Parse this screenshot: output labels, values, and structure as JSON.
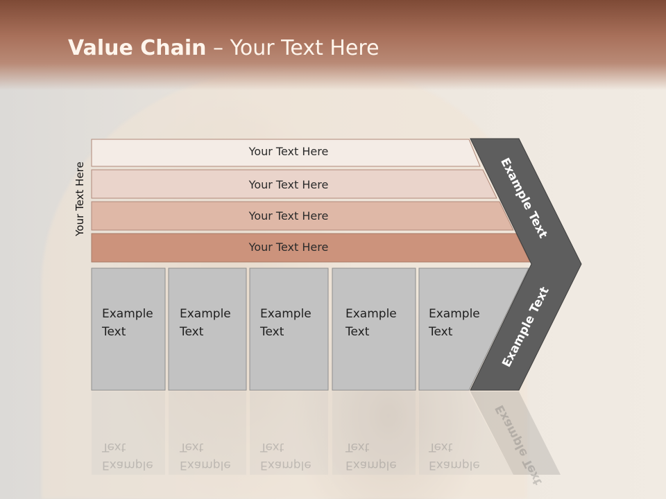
{
  "title": {
    "bold": "Value Chain",
    "rest": " – Your Text Here"
  },
  "side_label": "Your Text Here",
  "rows": [
    {
      "label": "Your Text Here"
    },
    {
      "label": "Your Text Here"
    },
    {
      "label": "Your Text Here"
    },
    {
      "label": "Your Text Here"
    }
  ],
  "cells": [
    {
      "label": "Example\nText"
    },
    {
      "label": "Example\nText"
    },
    {
      "label": "Example\nText"
    },
    {
      "label": "Example\nText"
    },
    {
      "label": "Example\nText"
    }
  ],
  "chevron": {
    "upper": "Example Text",
    "lower": "Example Text"
  },
  "colors": {
    "row1": "#f4ece6",
    "row2": "#ead4cb",
    "row3": "#dfb8a7",
    "row4": "#cc937c",
    "cell": "#c2c2c2",
    "chevron": "#5e5e5e"
  }
}
